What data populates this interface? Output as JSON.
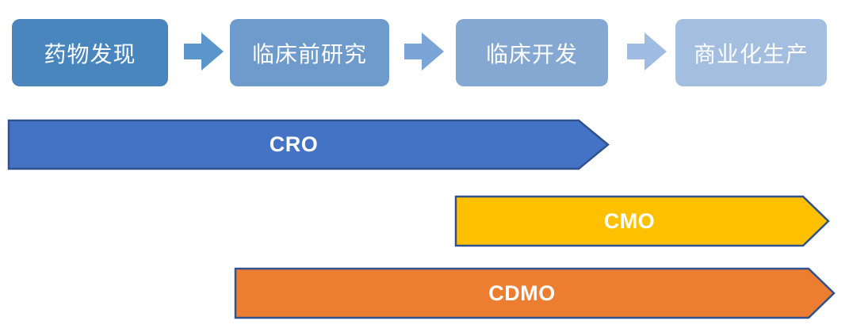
{
  "diagram": {
    "description": "Pharmaceutical R&D value chain with outsourcing service coverage",
    "stages": [
      {
        "label": "药物发现",
        "fill": "#4A86BE",
        "text_color": "#FFFFFF"
      },
      {
        "label": "临床前研究",
        "fill": "#6E9BCC",
        "text_color": "#FFFFFF"
      },
      {
        "label": "临床开发",
        "fill": "#85A8D3",
        "text_color": "#FFFFFF"
      },
      {
        "label": "商业化生产",
        "fill": "#A4BEE0",
        "text_color": "#FFFFFF"
      }
    ],
    "connectors": [
      {
        "name": "right-arrow-1",
        "fill": "#5B96CB"
      },
      {
        "name": "right-arrow-2",
        "fill": "#7BA5D6"
      },
      {
        "name": "right-arrow-3",
        "fill": "#A0BCE2"
      }
    ],
    "banners": [
      {
        "label": "CRO",
        "fill": "#4472C4",
        "border": "#2F528F",
        "text_color": "#FFFFFF"
      },
      {
        "label": "CMO",
        "fill": "#FFC000",
        "border": "#2F528F",
        "text_color": "#FFFFFF"
      },
      {
        "label": "CDMO",
        "fill": "#ED7D31",
        "border": "#2F528F",
        "text_color": "#FFFFFF"
      }
    ]
  }
}
